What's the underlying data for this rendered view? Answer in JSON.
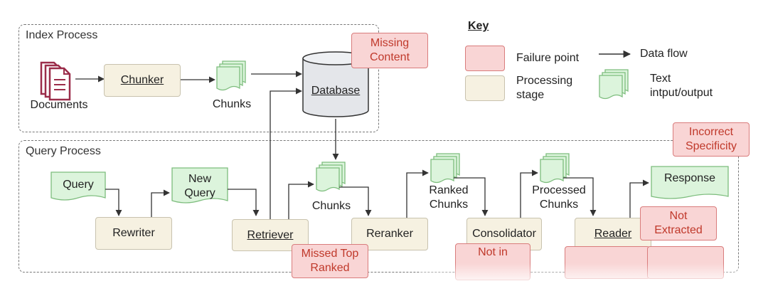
{
  "regions": {
    "index_title": "Index Process",
    "query_title": "Query Process"
  },
  "index": {
    "documents": "Documents",
    "chunker": "Chunker",
    "chunks": "Chunks",
    "database": "Database",
    "missing_content": "Missing Content"
  },
  "query": {
    "query": "Query",
    "new_query": "New Query",
    "rewriter": "Rewriter",
    "retriever": "Retriever",
    "chunks": "Chunks",
    "reranker": "Reranker",
    "ranked_chunks": "Ranked Chunks",
    "consolidator": "Consolidator",
    "processed_chunks": "Processed Chunks",
    "reader": "Reader",
    "response": "Response",
    "missed_top_ranked": "Missed Top Ranked",
    "not_in": "Not in",
    "not_extracted": "Not Extracted",
    "incorrect_specificity": "Incorrect Specificity"
  },
  "key": {
    "title": "Key",
    "failure_point": "Failure point",
    "processing_stage": "Processing stage",
    "data_flow": "Data flow",
    "text_io": "Text intput/output"
  },
  "colors": {
    "doc_icon": "#9b2d4a",
    "chunk_fill": "#dcf4dc",
    "chunk_stroke": "#7dbd7d",
    "failure_fill": "#f9d5d5",
    "failure_text": "#c0392b",
    "process_fill": "#f6f1e1",
    "db_fill": "#e4e6ea"
  }
}
